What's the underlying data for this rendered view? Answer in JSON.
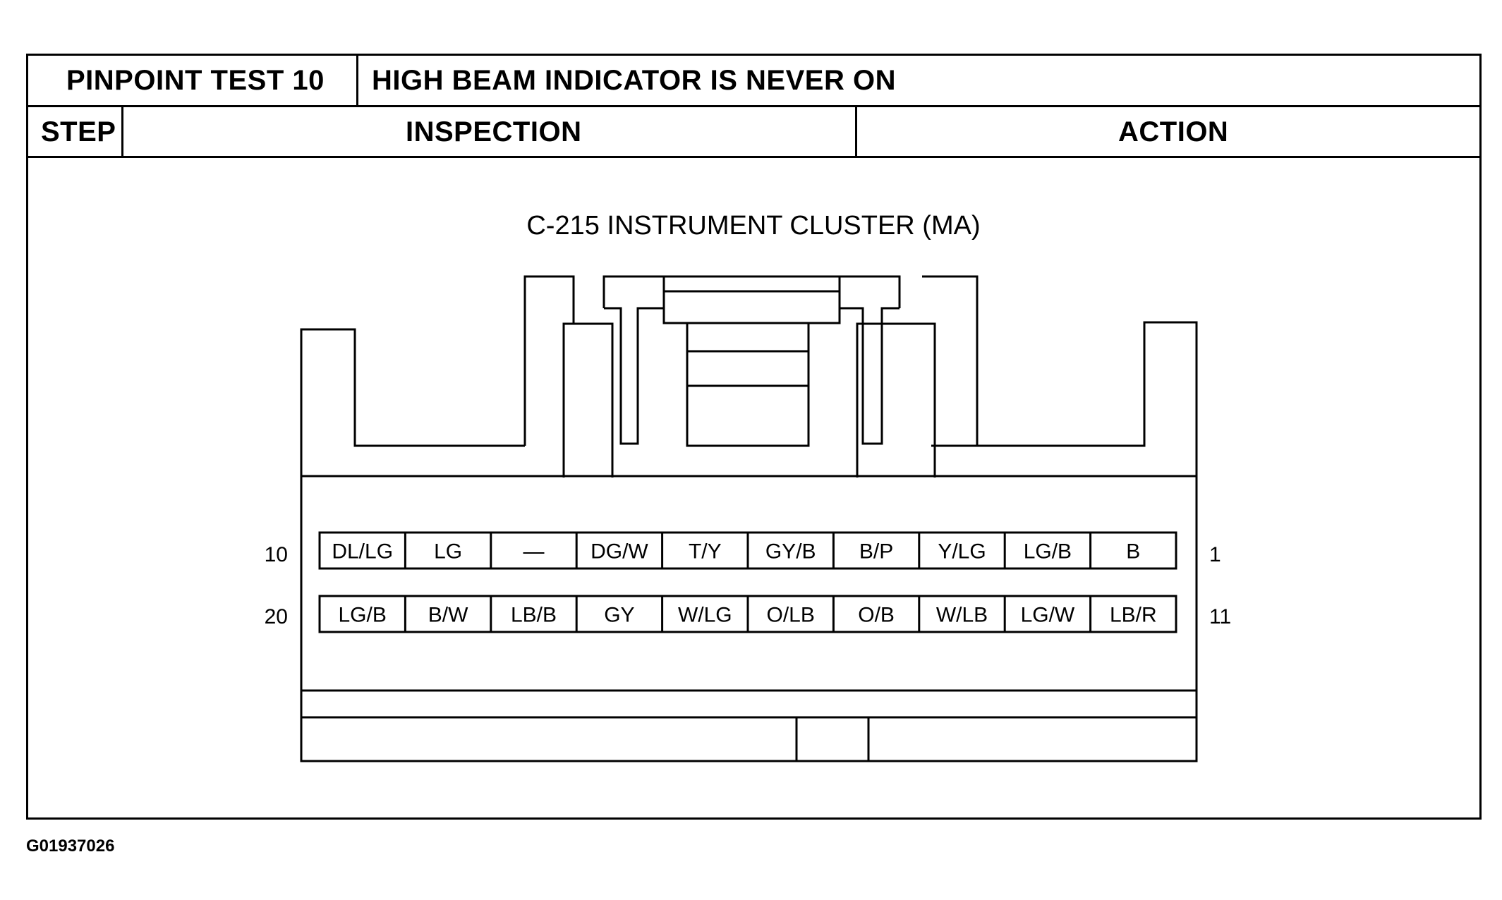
{
  "header": {
    "test_label": "PINPOINT TEST 10",
    "test_title": "HIGH BEAM INDICATOR IS NEVER ON"
  },
  "columns": {
    "step": "STEP",
    "inspection": "INSPECTION",
    "action": "ACTION"
  },
  "connector": {
    "title": "C-215 INSTRUMENT CLUSTER (MA)",
    "row1": {
      "left_pin": "10",
      "right_pin": "1",
      "wires": [
        "DL/LG",
        "LG",
        "—",
        "DG/W",
        "T/Y",
        "GY/B",
        "B/P",
        "Y/LG",
        "LG/B",
        "B"
      ]
    },
    "row2": {
      "left_pin": "20",
      "right_pin": "11",
      "wires": [
        "LG/B",
        "B/W",
        "LB/B",
        "GY",
        "W/LG",
        "O/LB",
        "O/B",
        "W/LB",
        "LG/W",
        "LB/R"
      ]
    }
  },
  "figure_id": "G01937026"
}
